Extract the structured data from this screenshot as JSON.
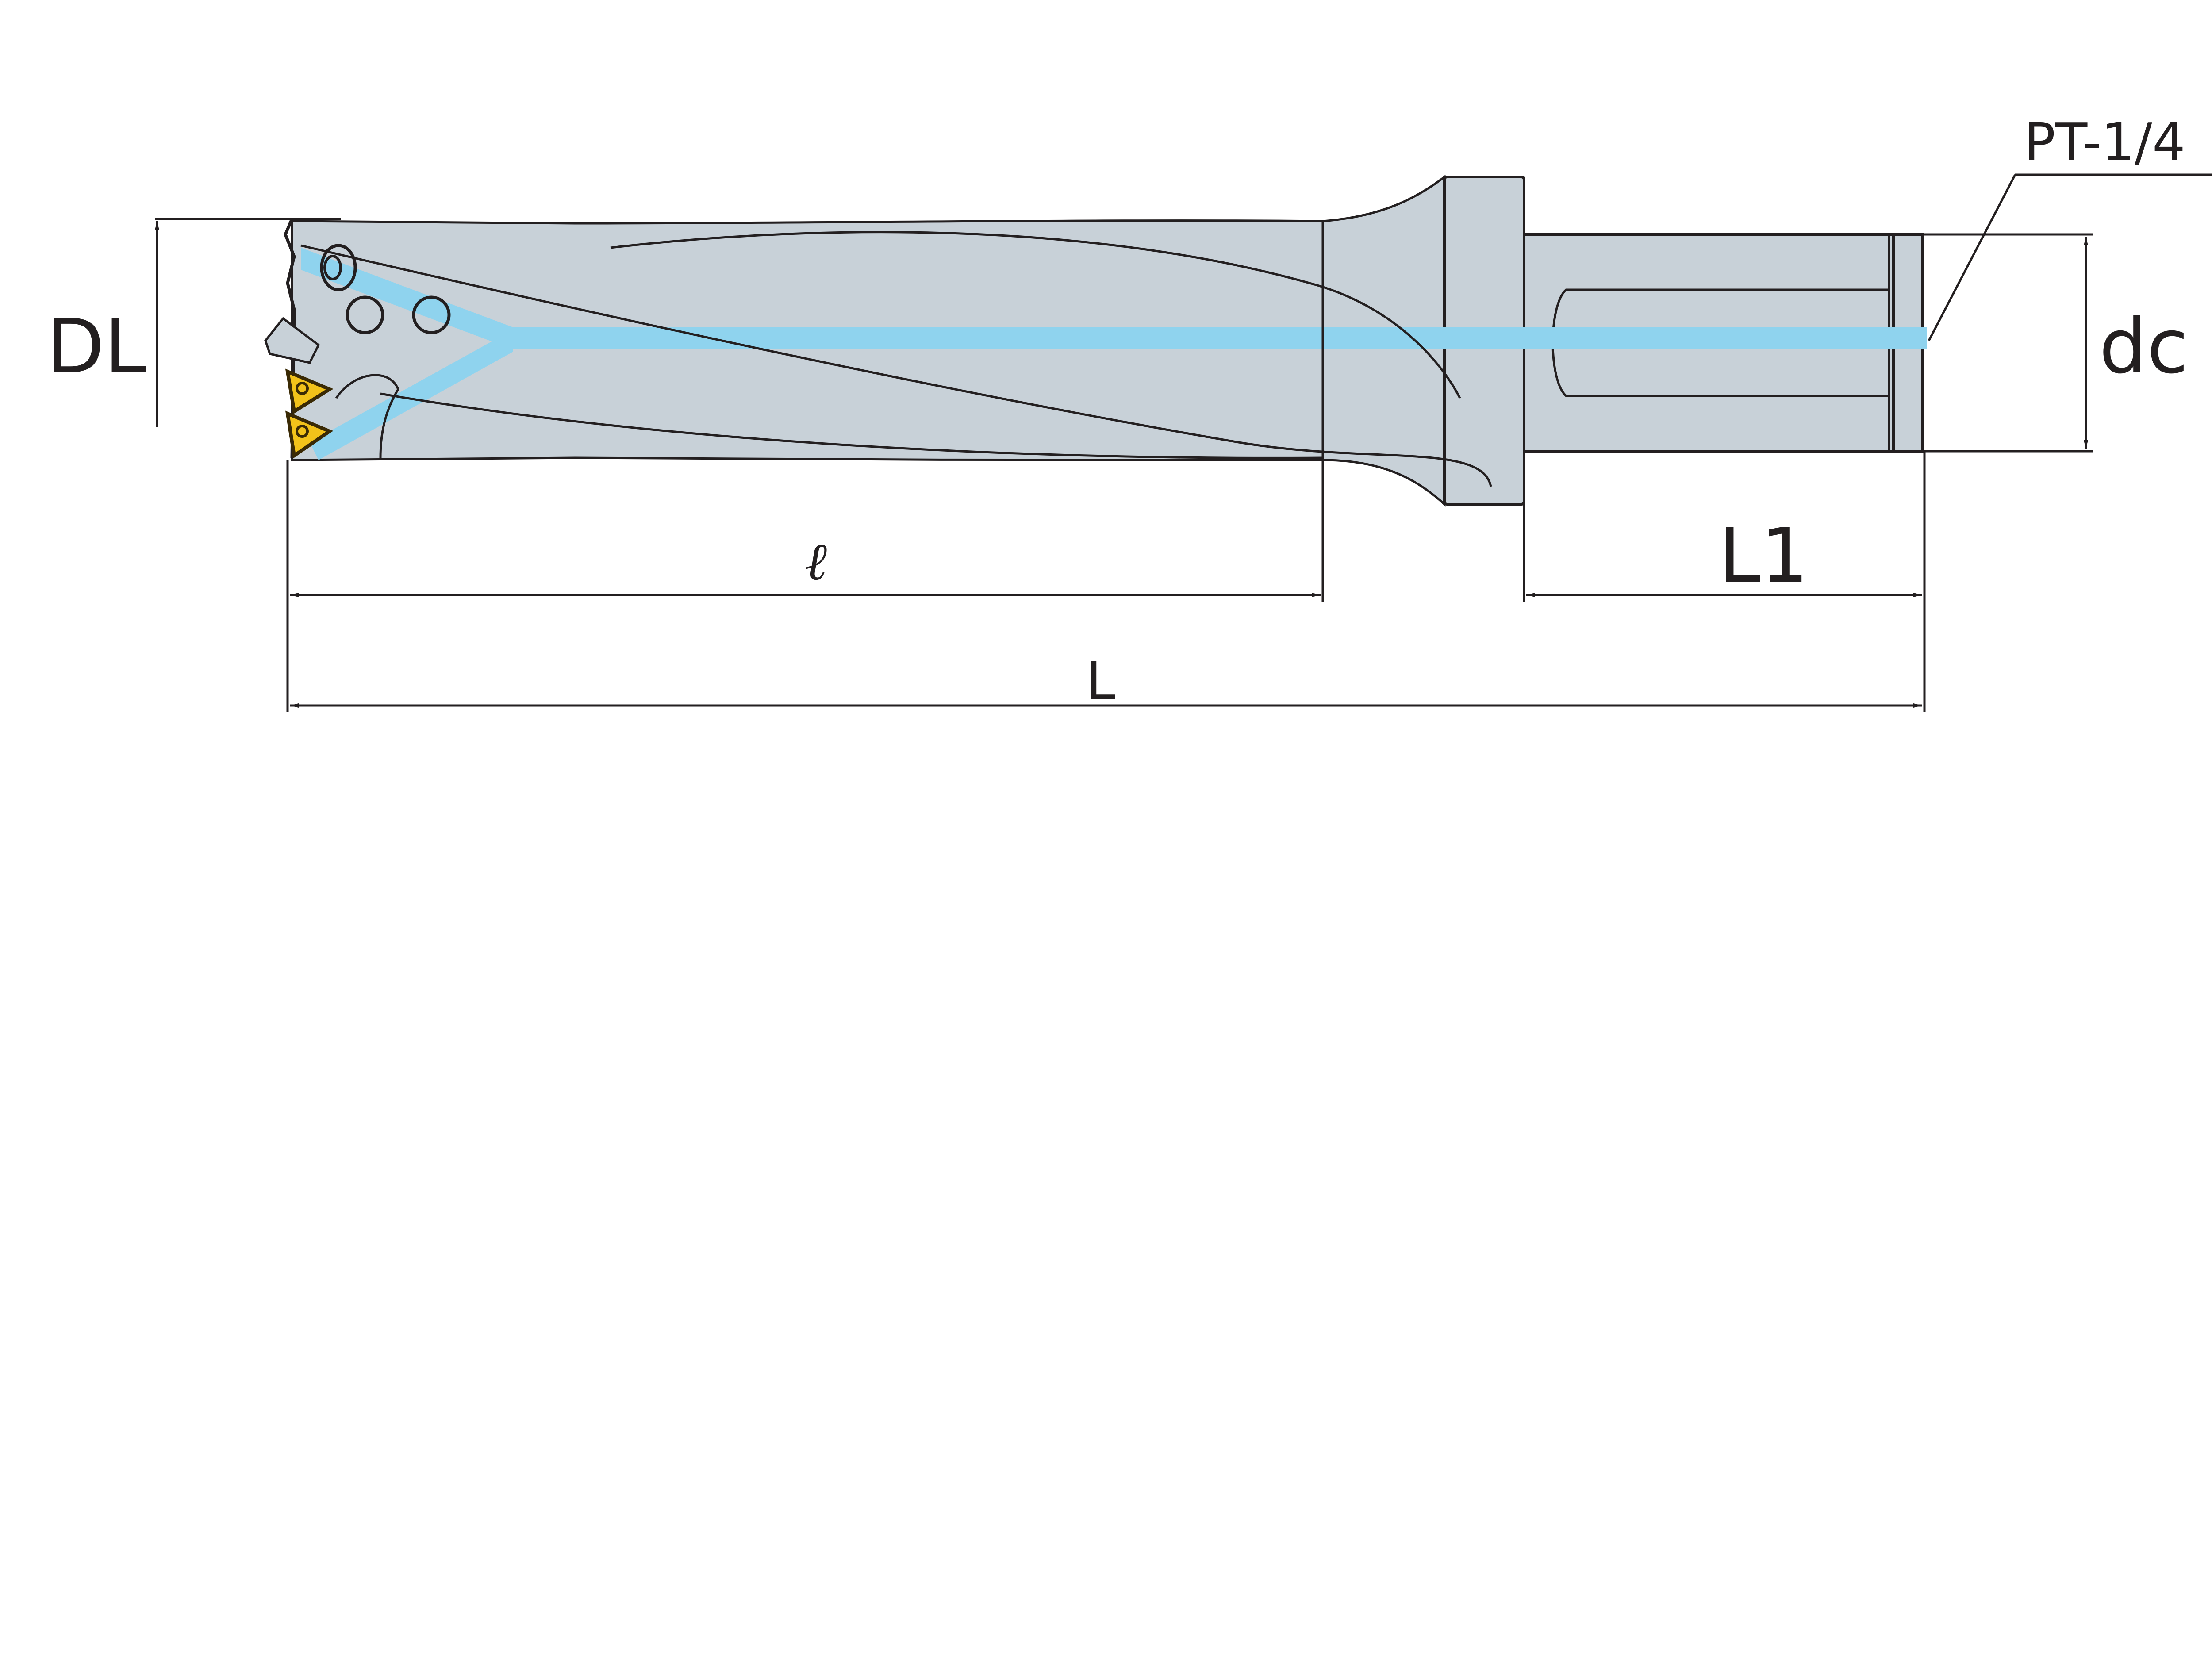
{
  "labels": {
    "dl": "DL",
    "dc": "dc",
    "pt": "PT-1/4",
    "flute_length": "ℓ",
    "overall_length": "L",
    "shank_length": "L1"
  },
  "colors": {
    "body": "#c8d1d8",
    "outline": "#231f20",
    "coolant": "#8fd3ee",
    "insert": "#f2c21a",
    "insert_outline": "#3a2a05"
  },
  "icons": {
    "insert": "triangular-insert-icon",
    "coolant_hole": "coolant-hole-icon"
  }
}
